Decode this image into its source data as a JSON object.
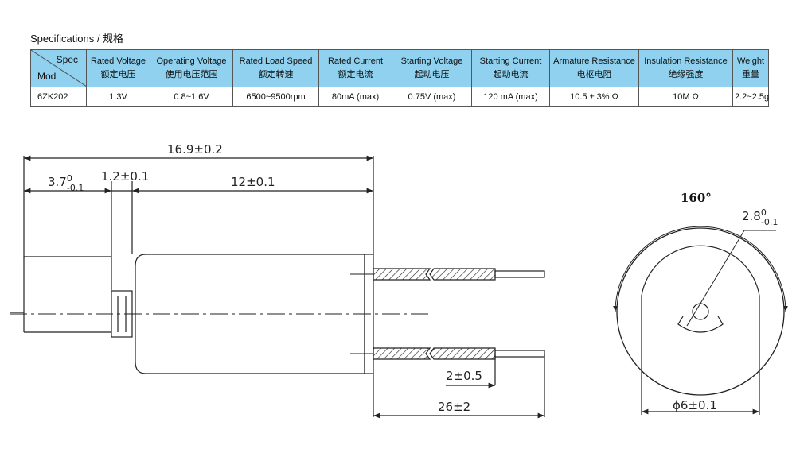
{
  "heading": "Specifications  /  规格",
  "corner": {
    "spec": "Spec",
    "mod": "Mod"
  },
  "columns": [
    {
      "en": "Rated Voltage",
      "cn": "额定电压"
    },
    {
      "en": "Operating Voltage",
      "cn": "使用电压范围"
    },
    {
      "en": "Rated Load Speed",
      "cn": "额定转速"
    },
    {
      "en": "Rated Current",
      "cn": "额定电流"
    },
    {
      "en": "Starting Voltage",
      "cn": "起动电压"
    },
    {
      "en": "Starting Current",
      "cn": "起动电流"
    },
    {
      "en": "Armature Resistance",
      "cn": "电枢电阻"
    },
    {
      "en": "Insulation Resistance",
      "cn": "绝缘强度"
    },
    {
      "en": "Weight",
      "cn": "重量"
    }
  ],
  "row": {
    "model": "6ZK202",
    "values": [
      "1.3V",
      "0.8~1.6V",
      "6500~9500rpm",
      "80mA (max)",
      "0.75V (max)",
      "120 mA (max)",
      "10.5 ± 3% Ω",
      "10M Ω",
      "2.2~2.5g"
    ]
  },
  "dimensions": {
    "total_length": "16.9±0.2",
    "shaft_len_base": "3.7",
    "shaft_len_sup": "0",
    "shaft_len_sub": "-0.1",
    "collar": "1.2±0.1",
    "body_length": "12±0.1",
    "lead_strip": "2±0.5",
    "lead_length": "26±2",
    "angle": "160°",
    "shaft_dia_base": "2.8",
    "shaft_dia_sup": "0",
    "shaft_dia_sub": "-0.1",
    "body_dia": "ϕ6±0.1"
  }
}
